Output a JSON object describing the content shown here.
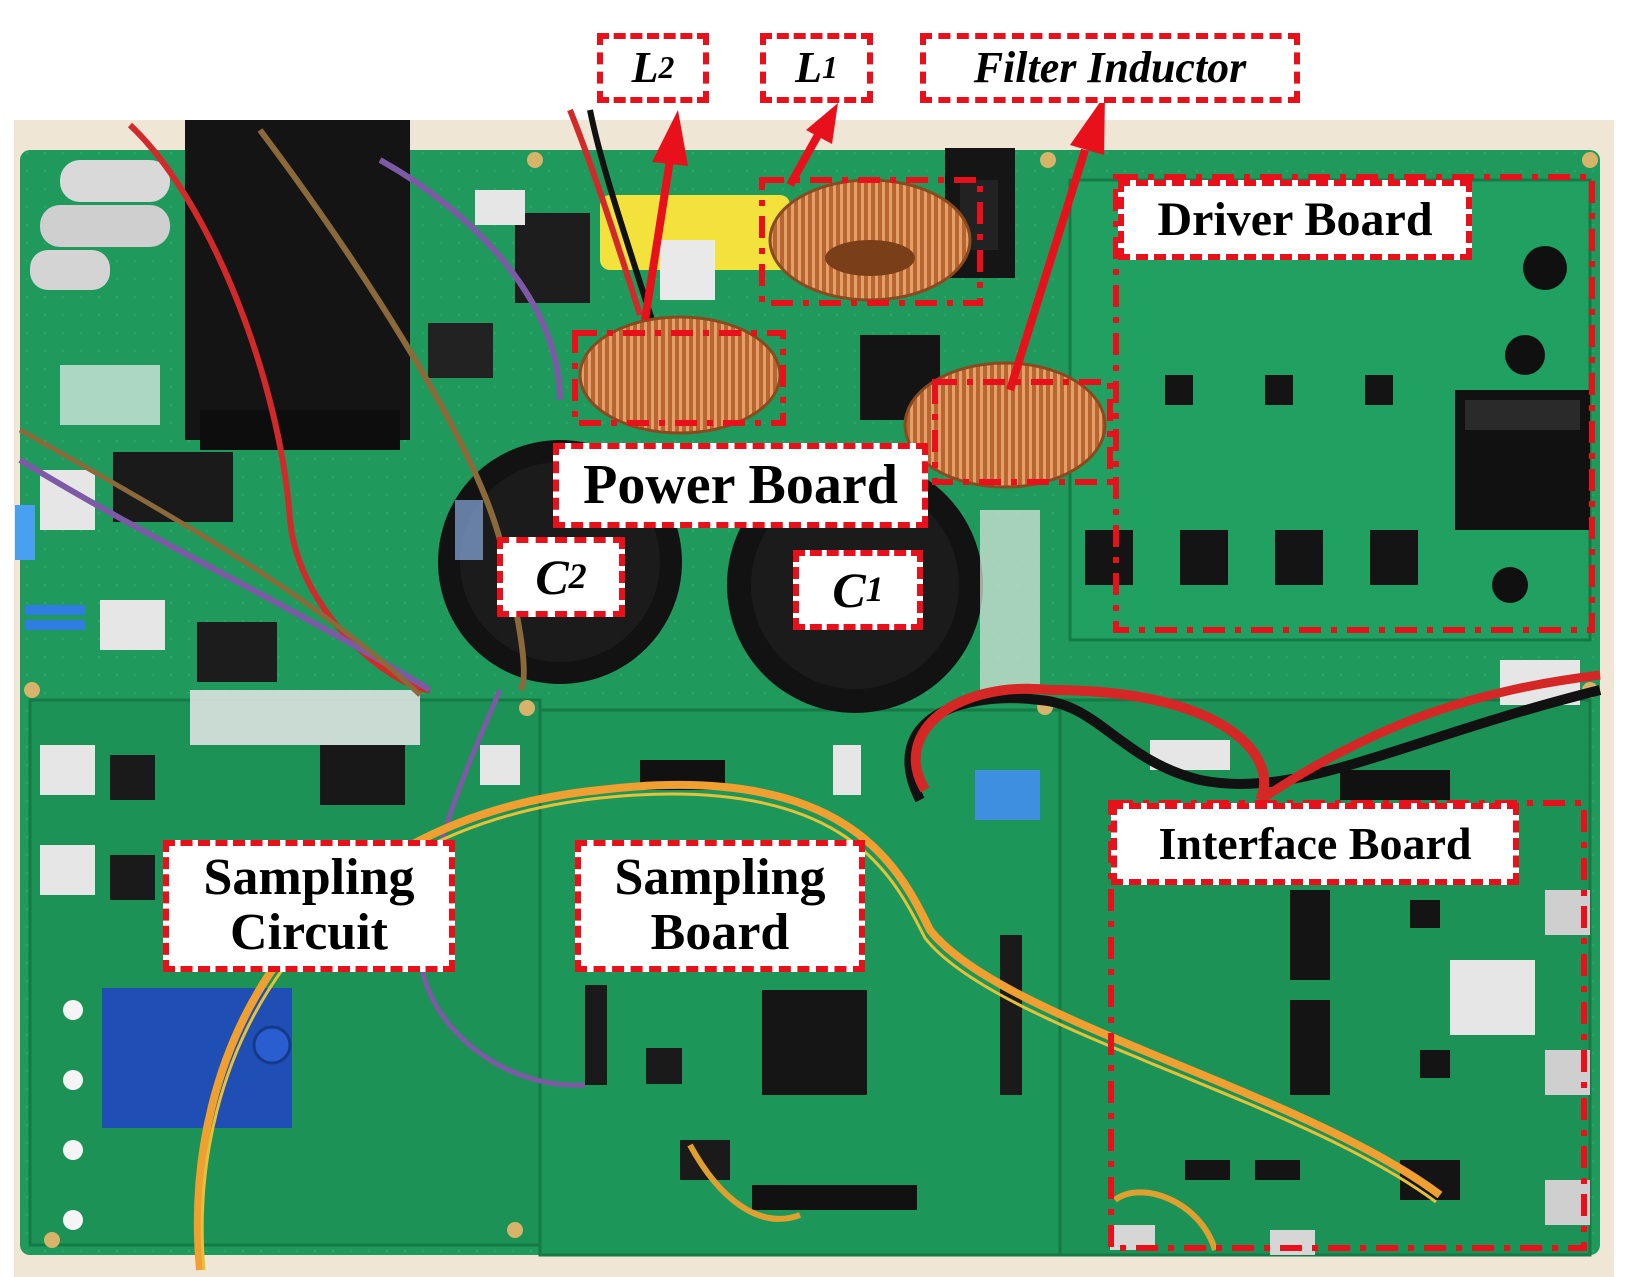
{
  "labels": {
    "l2": {
      "main": "L",
      "sub": "2"
    },
    "l1": {
      "main": "L",
      "sub": "1"
    },
    "filter_inductor": "Filter Inductor",
    "driver_board": "Driver Board",
    "power_board": "Power Board",
    "c2": {
      "main": "C",
      "sub": "2"
    },
    "c1": {
      "main": "C",
      "sub": "1"
    },
    "interface_board": "Interface Board",
    "sampling_circuit_line1": "Sampling",
    "sampling_circuit_line2": "Circuit",
    "sampling_board_line1": "Sampling",
    "sampling_board_line2": "Board"
  },
  "colors": {
    "annotation_red": "#e8111b",
    "pcb_green": "#1f9a5c",
    "copper": "#c97a45",
    "label_background": "#ffffff"
  },
  "icons": [
    "arrow-l2-icon",
    "arrow-l1-icon",
    "arrow-filter-inductor-icon"
  ]
}
